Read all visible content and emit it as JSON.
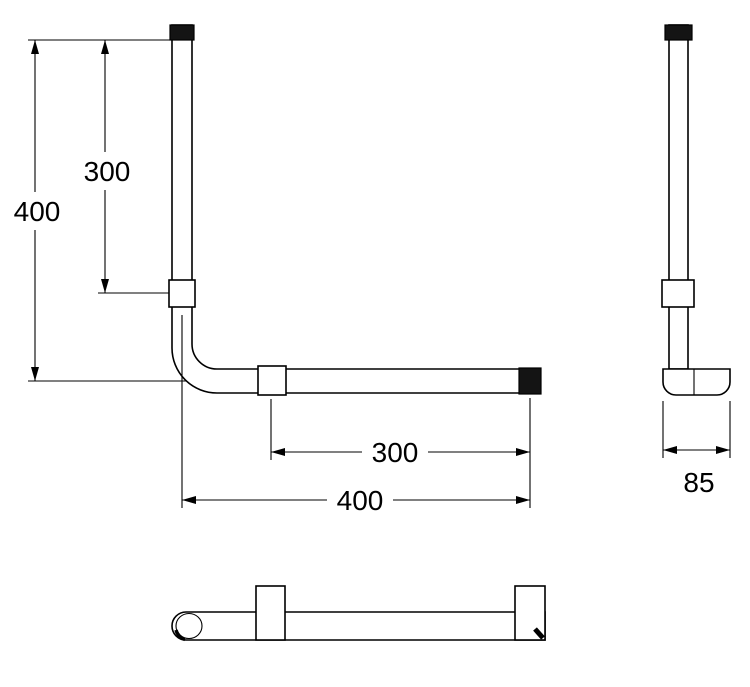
{
  "drawing": {
    "colors": {
      "background": "#ffffff",
      "line": "#000000",
      "end_cap_fill": "#141414"
    },
    "dimensions": {
      "front_overall_height": "400",
      "front_bracket_height": "300",
      "front_bracket_span": "300",
      "front_overall_width": "400",
      "side_depth": "85"
    }
  }
}
